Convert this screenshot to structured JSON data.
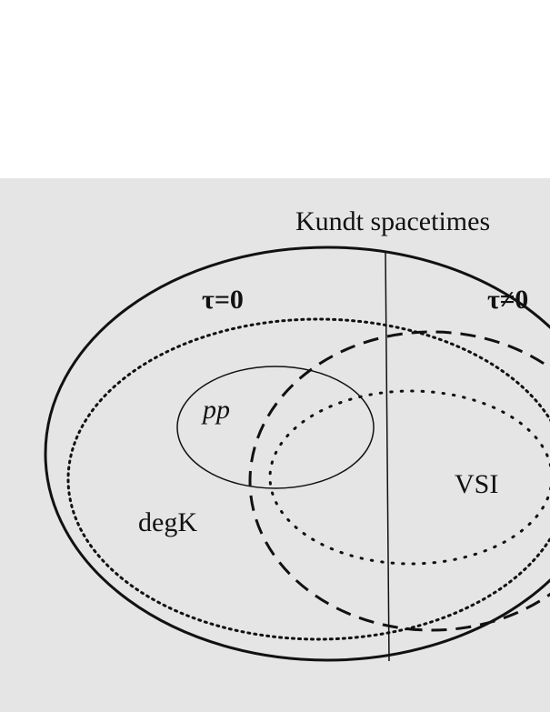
{
  "diagram": {
    "title": "Kundt spacetimes",
    "labels": {
      "tau_zero": "τ=0",
      "tau_nonzero": "τ≠0",
      "pp": "pp",
      "vsi": "VSI",
      "degk": "degK"
    },
    "colors": {
      "background": "#e5e5e5",
      "stroke": "#111111"
    }
  }
}
